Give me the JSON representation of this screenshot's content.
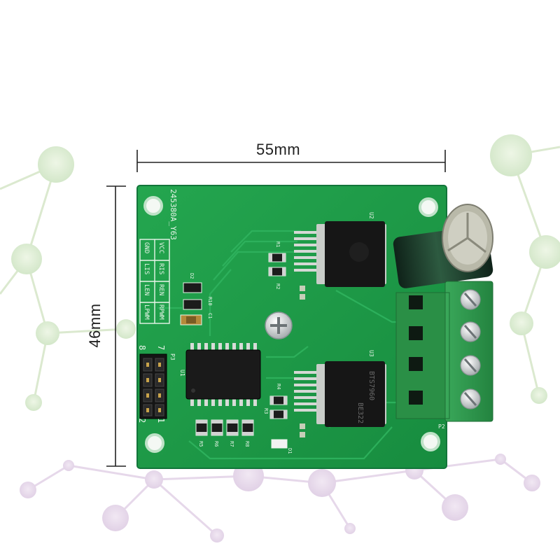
{
  "product": "Dual H-bridge motor driver module",
  "dimensions": {
    "width_label": "55mm",
    "height_label": "46mm"
  },
  "board": {
    "part_number": "245380A_Y63",
    "header_label": "P3",
    "terminal_label": "P2",
    "pin_labels": [
      "VCC",
      "RIS",
      "REN",
      "RPWM",
      "GND",
      "LIS",
      "LEN",
      "LPWM"
    ],
    "header_numbers": [
      "8",
      "7",
      "2",
      "1"
    ],
    "reference_designators": [
      "U1",
      "U2",
      "U3",
      "R1",
      "R2",
      "R3",
      "R4",
      "R5",
      "R6",
      "R7",
      "R8",
      "R10",
      "D1",
      "D2",
      "C1"
    ],
    "chip_markings": [
      "BTS7960",
      "BE322"
    ]
  },
  "colors": {
    "pcb": "#1f9c48",
    "pcb_dark": "#14793a",
    "terminal": "#2f9a4c",
    "capacitor": "#1f3a2a",
    "background_nodes": "#d9ead3",
    "background_nodes_bottom": "#e7dbeb"
  }
}
